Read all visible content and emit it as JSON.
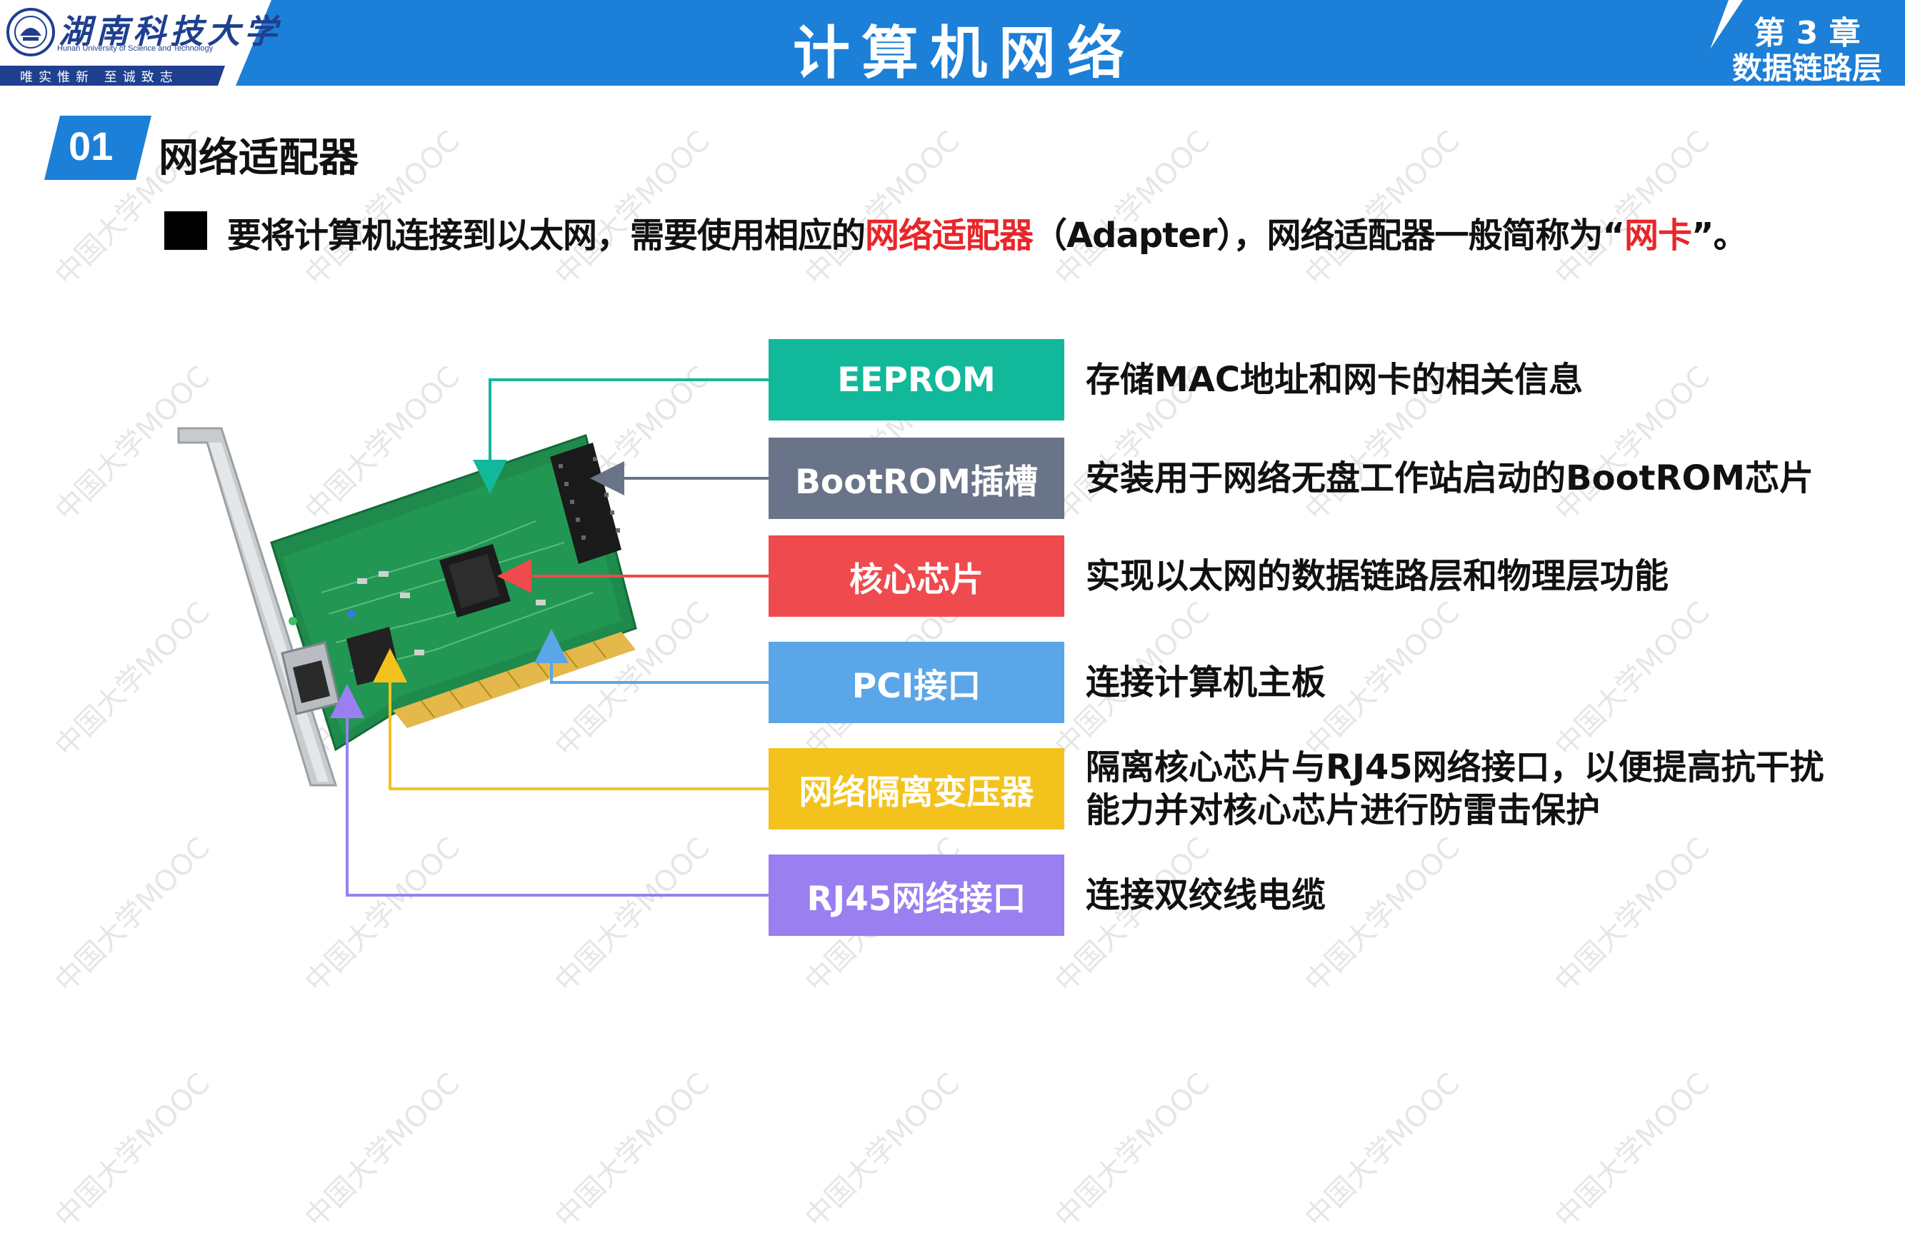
{
  "header": {
    "university_name": "湖南科技大学",
    "university_name_en": "Hunan University of Science and Technology",
    "motto": "唯实惟新 至诚致志",
    "course_title": "计算机网络",
    "chapter_number": "第 3 章",
    "chapter_name": "数据链路层"
  },
  "section": {
    "number": "01",
    "title": "网络适配器"
  },
  "intro": {
    "part1": "要将计算机连接到以太网，需要使用相应的",
    "highlight1": "网络适配器",
    "part2": "（Adapter），网络适配器一般简称为“",
    "highlight2": "网卡",
    "part3": "”。"
  },
  "components": [
    {
      "label": "EEPROM",
      "description": "存储MAC地址和网卡的相关信息",
      "color": "#12b89a"
    },
    {
      "label": "BootROM插槽",
      "description": "安装用于网络无盘工作站启动的BootROM芯片",
      "color": "#6a7488"
    },
    {
      "label": "核心芯片",
      "description": "实现以太网的数据链路层和物理层功能",
      "color": "#ef4a4e"
    },
    {
      "label": "PCI接口",
      "description": "连接计算机主板",
      "color": "#5ba6e8"
    },
    {
      "label": "网络隔离变压器",
      "description_line1": "隔离核心芯片与RJ45网络接口，以便提高抗干扰",
      "description_line2": "能力并对核心芯片进行防雷击保护",
      "color": "#f3c21c"
    },
    {
      "label": "RJ45网络接口",
      "description": "连接双绞线电缆",
      "color": "#9a7ff0"
    }
  ],
  "watermark": "中国大学MOOC"
}
